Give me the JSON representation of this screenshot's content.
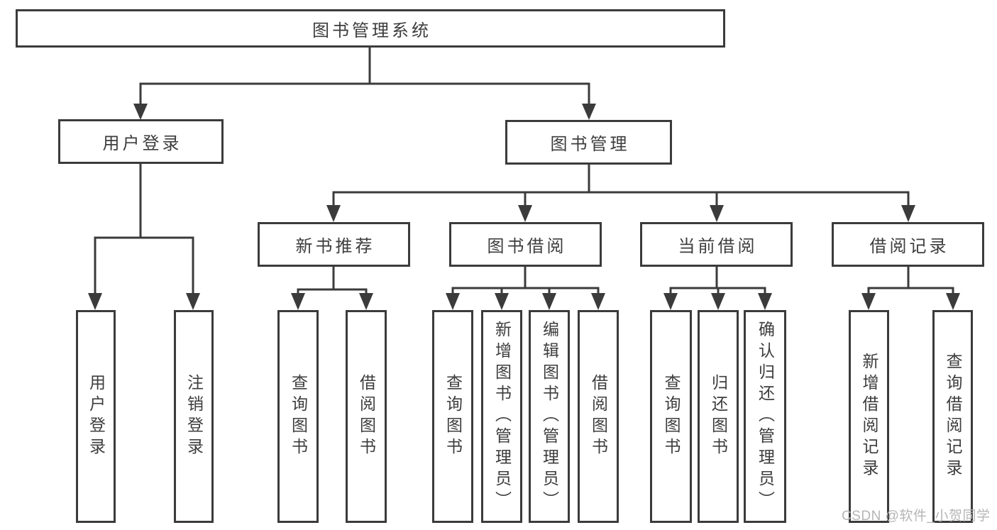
{
  "diagram": {
    "title_node": "图书管理系统",
    "branches": [
      {
        "label": "用户登录",
        "children": [
          "用户登录",
          "注销登录"
        ]
      },
      {
        "label": "图书管理",
        "groups": [
          {
            "label": "新书推荐",
            "children": [
              "查询图书",
              "借阅图书"
            ]
          },
          {
            "label": "图书借阅",
            "children": [
              "查询图书",
              "新增图书（管理员）",
              "编辑图书（管理员）",
              "借阅图书"
            ]
          },
          {
            "label": "当前借阅",
            "children": [
              "查询图书",
              "归还图书",
              "确认归还（管理员）"
            ]
          },
          {
            "label": "借阅记录",
            "children": [
              "新增借阅记录",
              "查询借阅记录"
            ]
          }
        ]
      }
    ],
    "colors": {
      "line": "#3b3b3b",
      "text": "#3d3d3d",
      "background": "#ffffff",
      "watermark": "#b5b5b5"
    }
  },
  "watermark": {
    "text": "CSDN @软件_小贺同学"
  }
}
